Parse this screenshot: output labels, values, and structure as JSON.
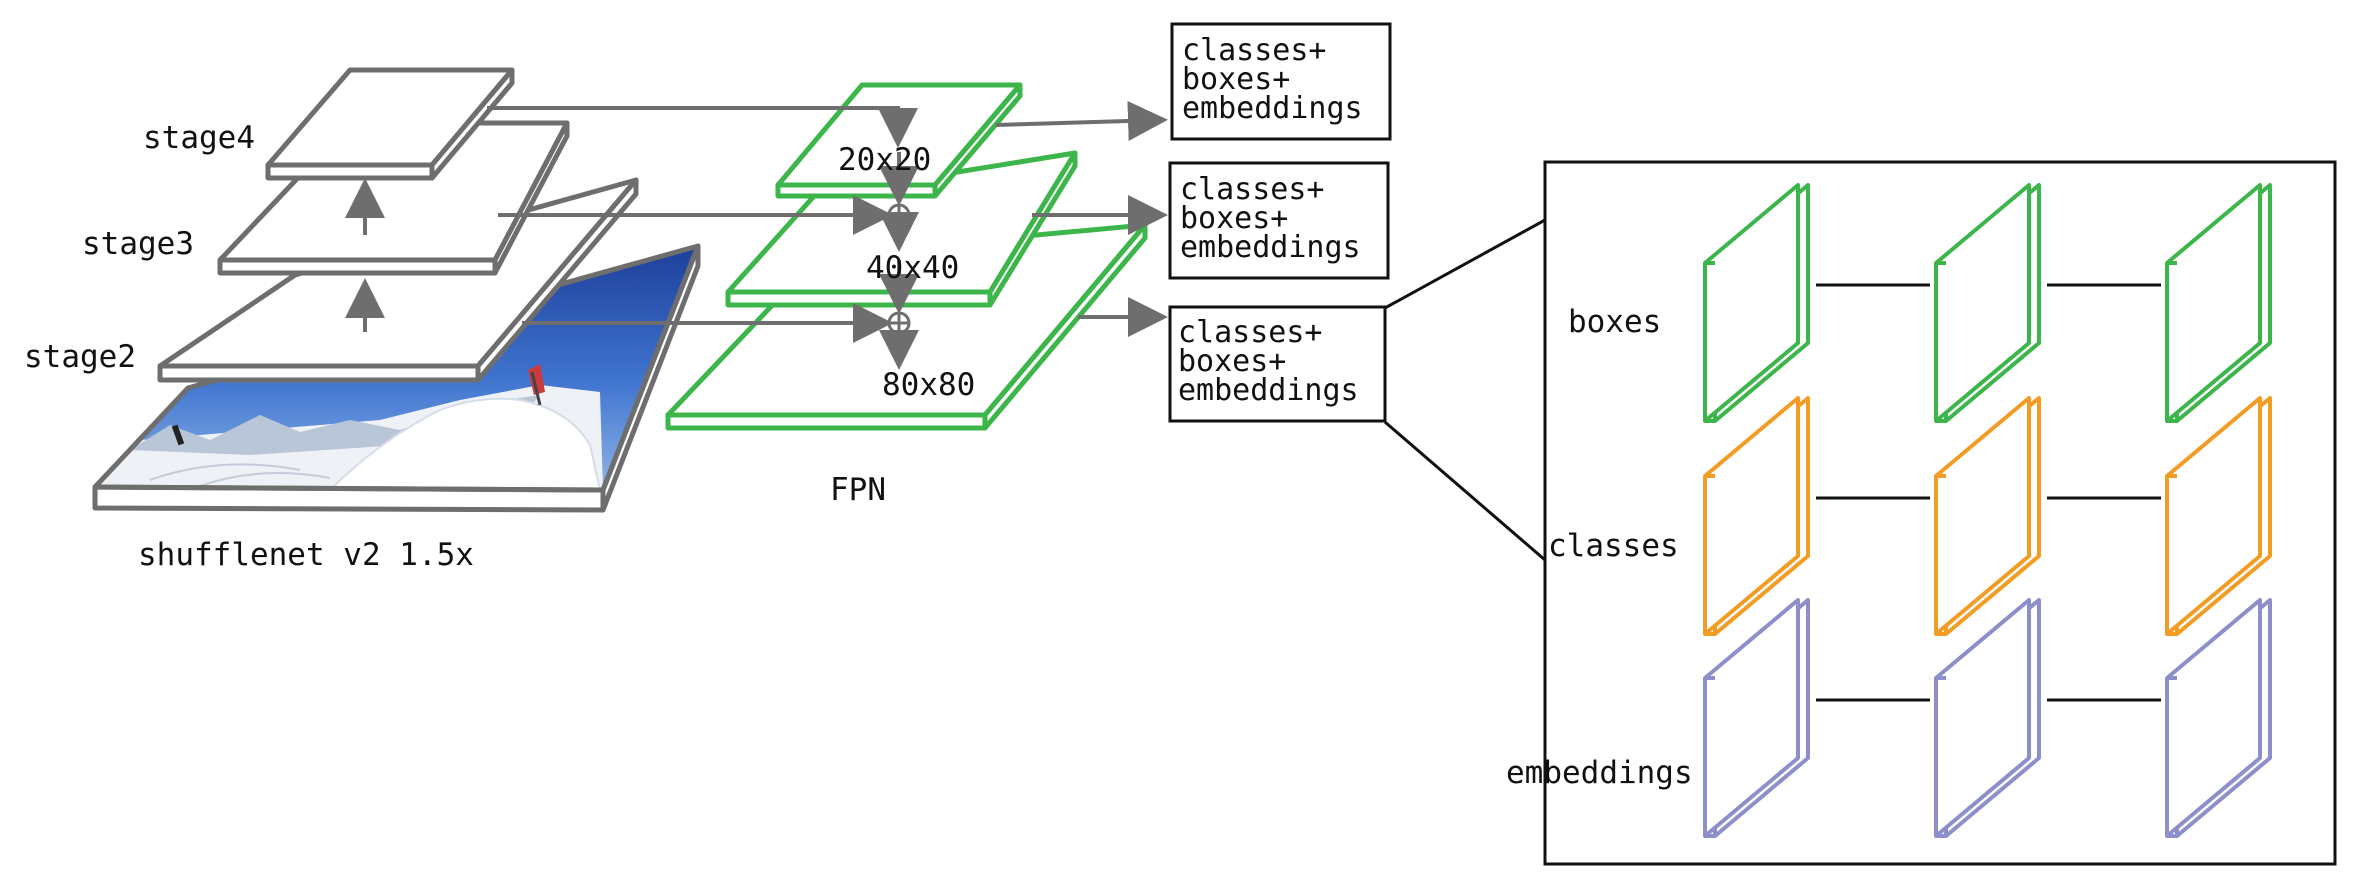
{
  "backbone": {
    "name": "shufflenet v2 1.5x",
    "stages": [
      "stage4",
      "stage3",
      "stage2"
    ]
  },
  "fpn": {
    "name": "FPN",
    "levels": [
      "20x20",
      "40x40",
      "80x80"
    ]
  },
  "outputs": [
    {
      "lines": [
        "classes+",
        "boxes+",
        "embeddings"
      ]
    },
    {
      "lines": [
        "classes+",
        "boxes+",
        "embeddings"
      ]
    },
    {
      "lines": [
        "classes+",
        "boxes+",
        "embeddings"
      ]
    }
  ],
  "head": {
    "rows": [
      "boxes",
      "classes",
      "embeddings"
    ],
    "colors": {
      "boxes": "#3cb54a",
      "classes": "#f39c24",
      "embeddings": "#8c8fca"
    }
  },
  "colors": {
    "backbone": "#6e6e6e",
    "fpn": "#3cb54a",
    "border": "#111111",
    "arrow": "#6e6e6e"
  }
}
